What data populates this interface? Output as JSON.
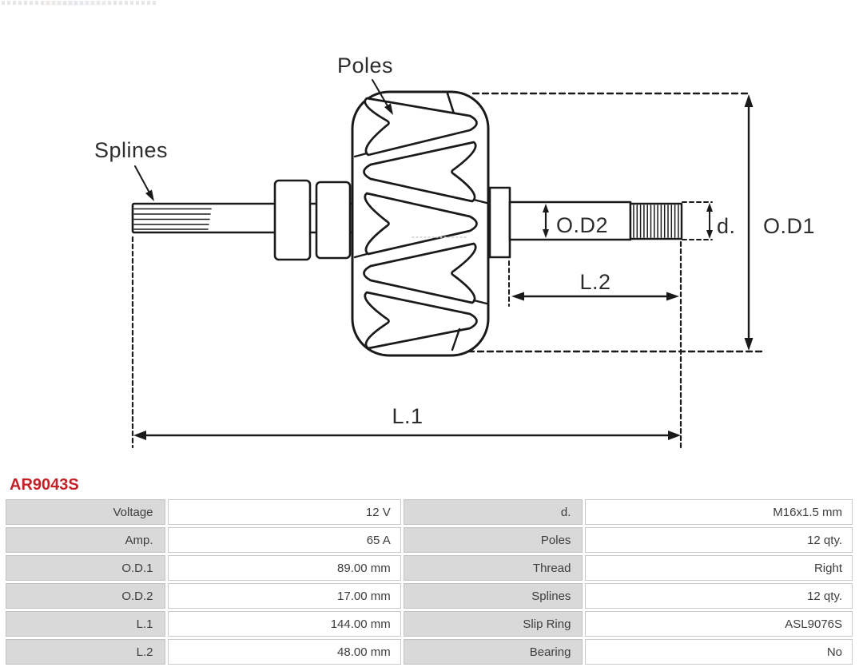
{
  "accent": {
    "part_number_red": "#c42127",
    "line_color": "#1a1a1a",
    "cell_gray": "#d9d9d9",
    "cell_border": "#c9c9c9"
  },
  "part": {
    "number": "AR9043S"
  },
  "diagram": {
    "labels": {
      "poles": "Poles",
      "splines": "Splines",
      "od2": "O.D2",
      "l2": "L.2",
      "d": "d.",
      "od1": "O.D1",
      "l1": "L.1"
    }
  },
  "spec_table": {
    "rows": [
      {
        "left_label": "Voltage",
        "left_value": "12 V",
        "right_label": "d.",
        "right_value": "M16x1.5 mm"
      },
      {
        "left_label": "Amp.",
        "left_value": "65 A",
        "right_label": "Poles",
        "right_value": "12 qty."
      },
      {
        "left_label": "O.D.1",
        "left_value": "89.00 mm",
        "right_label": "Thread",
        "right_value": "Right"
      },
      {
        "left_label": "O.D.2",
        "left_value": "17.00 mm",
        "right_label": "Splines",
        "right_value": "12 qty."
      },
      {
        "left_label": "L.1",
        "left_value": "144.00 mm",
        "right_label": "Slip Ring",
        "right_value": "ASL9076S"
      },
      {
        "left_label": "L.2",
        "left_value": "48.00 mm",
        "right_label": "Bearing",
        "right_value": "No"
      }
    ]
  }
}
